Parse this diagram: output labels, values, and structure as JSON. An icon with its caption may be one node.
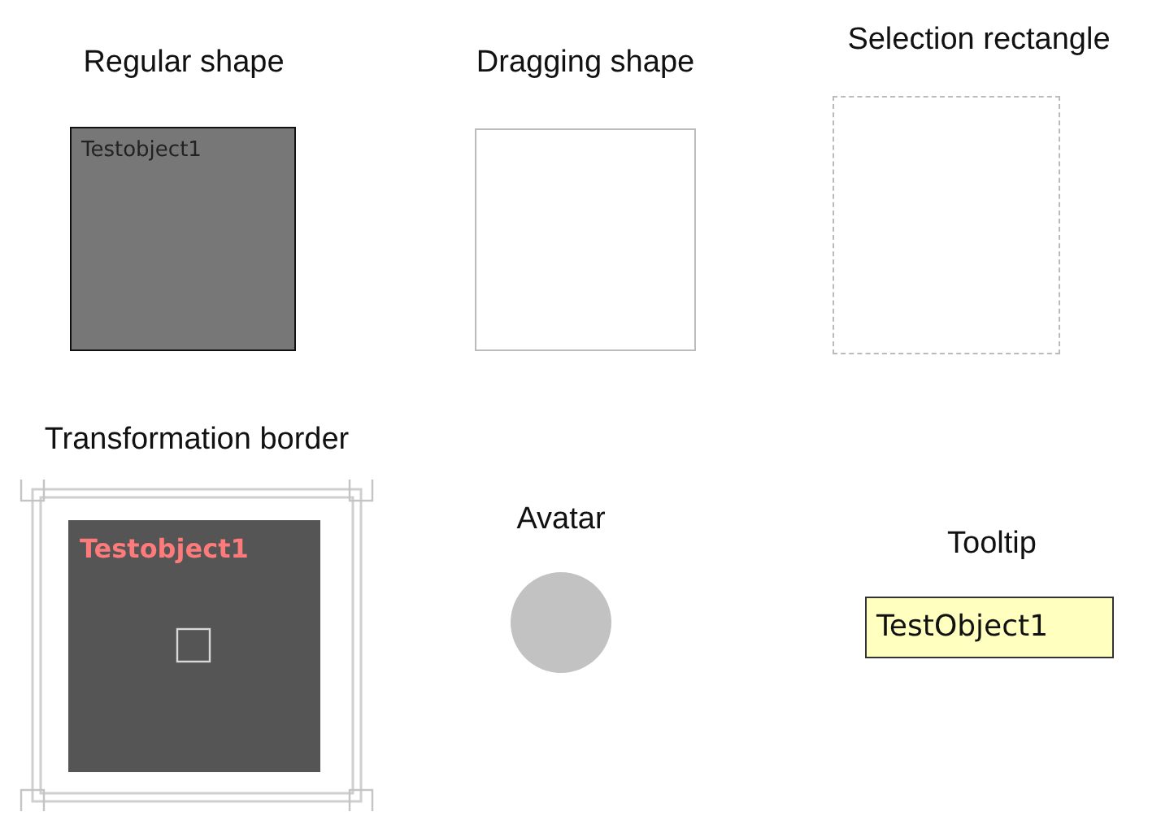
{
  "diagram": {
    "nodes": [
      {
        "text": [
          "Regular shape",
          "Testobject1"
        ]
      },
      {
        "text": [
          "Dragging shape"
        ]
      },
      {
        "text": [
          "Selection rectangle"
        ]
      },
      {
        "text": [
          "Transformation border"
        ]
      },
      {
        "text": [
          "Testobject1"
        ],
        "in": 3
      },
      {
        "text": [
          "Avatar"
        ]
      },
      {
        "text": [
          "Tooltip",
          "TestObject1"
        ]
      }
    ]
  }
}
